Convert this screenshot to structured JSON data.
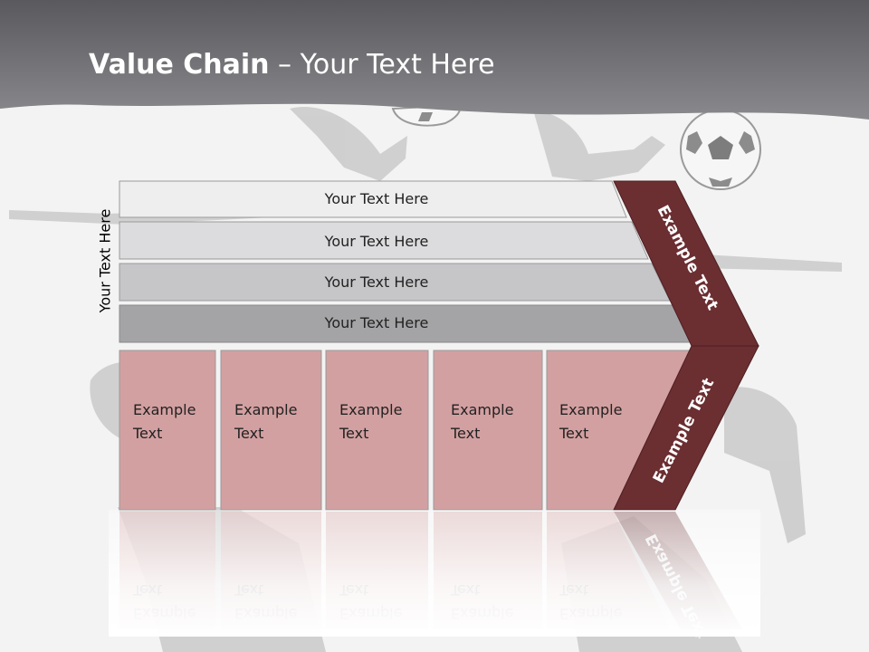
{
  "title": {
    "bold": "Value Chain",
    "rest": " – Your Text Here"
  },
  "side_label": "Your Text Here",
  "rows": [
    {
      "label": "Your Text Here"
    },
    {
      "label": "Your Text Here"
    },
    {
      "label": "Your Text Here"
    },
    {
      "label": "Your Text Here"
    }
  ],
  "boxes": [
    {
      "line1": "Example",
      "line2": "Text"
    },
    {
      "line1": "Example",
      "line2": "Text"
    },
    {
      "line1": "Example",
      "line2": "Text"
    },
    {
      "line1": "Example",
      "line2": "Text"
    },
    {
      "line1": "Example",
      "line2": "Text"
    }
  ],
  "arrow": {
    "upper": "Example Text",
    "lower": "Example Text"
  },
  "colors": {
    "header": "#6b6b6f",
    "arrow": "#6b2e31",
    "box": "#d3a0a1",
    "row_fills": [
      "#eeeeef",
      "#dcdcde",
      "#c6c6c9",
      "#a4a4a7"
    ]
  }
}
